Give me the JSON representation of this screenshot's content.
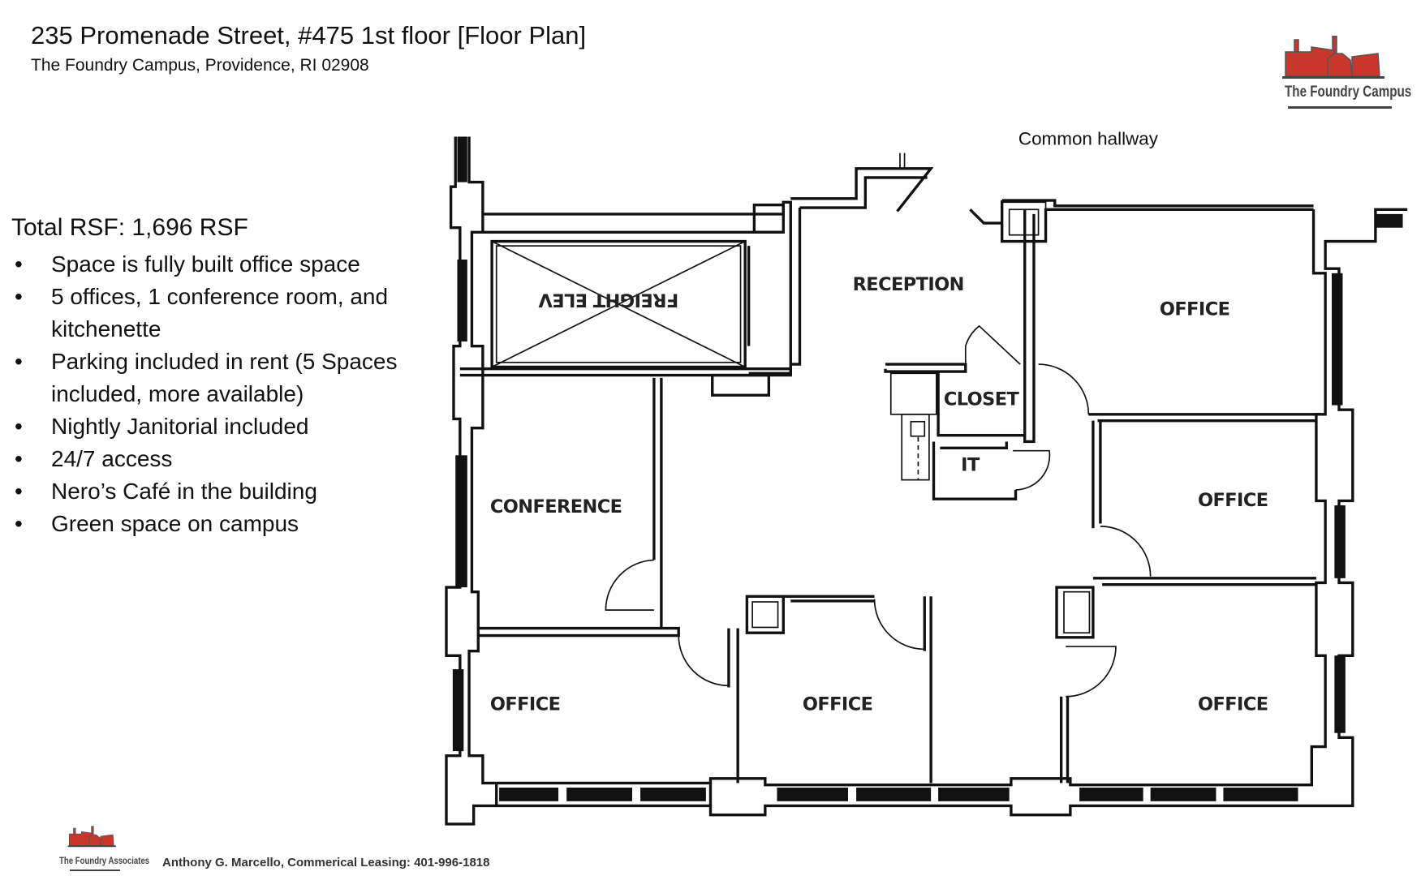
{
  "header": {
    "title": "235 Promenade Street, #475 1st floor [Floor Plan]",
    "subtitle": "The Foundry Campus, Providence, RI 02908"
  },
  "details": {
    "total": "Total RSF: 1,696 RSF",
    "bullet_glyph": "•",
    "bullets": [
      "Space is fully built office space",
      "5 offices, 1 conference room, and kitchenette",
      "Parking included in rent (5 Spaces included, more available)",
      "Nightly Janitorial included",
      "24/7 access",
      "Nero’s Café in the building",
      "Green space on campus"
    ]
  },
  "logo": {
    "name": "The Foundry Campus",
    "brand_color": "#c9362c"
  },
  "footer_logo": {
    "name": "The Foundry Associates"
  },
  "footer": {
    "contact": "Anthony G. Marcello, Commerical Leasing: 401-996-1818"
  },
  "floorplan": {
    "hallway": "Common hallway",
    "rooms": {
      "reception": "RECEPTION",
      "freight": "FREIGHT ELEV",
      "closet": "CLOSET",
      "it": "IT",
      "conference": "CONFERENCE",
      "office_top_right": "OFFICE",
      "office_mid_right": "OFFICE",
      "office_bottom_left": "OFFICE",
      "office_bottom_mid": "OFFICE",
      "office_bottom_right": "OFFICE"
    }
  }
}
